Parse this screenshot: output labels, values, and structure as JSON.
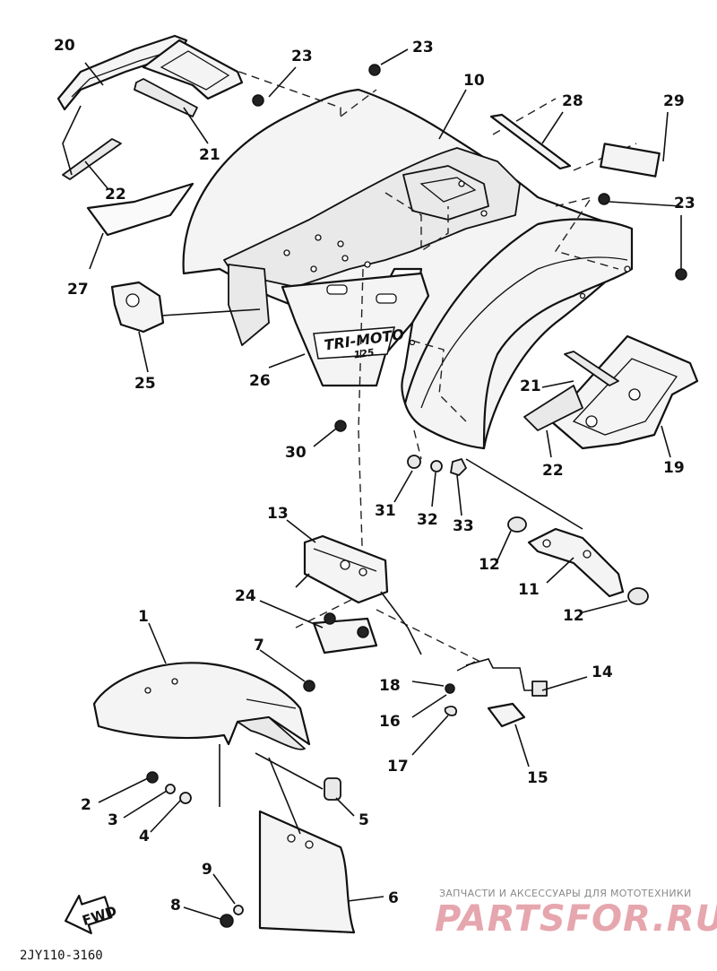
{
  "diagram": {
    "code": "2JY110-3160",
    "fwd_label": "FWD",
    "decal_text": "TRI-MOTO",
    "decal_subtext": "125",
    "callouts": [
      {
        "id": "c1",
        "label": "1"
      },
      {
        "id": "c2",
        "label": "2"
      },
      {
        "id": "c3",
        "label": "3"
      },
      {
        "id": "c4",
        "label": "4"
      },
      {
        "id": "c5",
        "label": "5"
      },
      {
        "id": "c6",
        "label": "6"
      },
      {
        "id": "c7",
        "label": "7"
      },
      {
        "id": "c8",
        "label": "8"
      },
      {
        "id": "c9",
        "label": "9"
      },
      {
        "id": "c10",
        "label": "10"
      },
      {
        "id": "c11",
        "label": "11"
      },
      {
        "id": "c12a",
        "label": "12"
      },
      {
        "id": "c12b",
        "label": "12"
      },
      {
        "id": "c13",
        "label": "13"
      },
      {
        "id": "c14",
        "label": "14"
      },
      {
        "id": "c15",
        "label": "15"
      },
      {
        "id": "c16",
        "label": "16"
      },
      {
        "id": "c17",
        "label": "17"
      },
      {
        "id": "c18",
        "label": "18"
      },
      {
        "id": "c19",
        "label": "19"
      },
      {
        "id": "c20",
        "label": "20"
      },
      {
        "id": "c21a",
        "label": "21"
      },
      {
        "id": "c21b",
        "label": "21"
      },
      {
        "id": "c22a",
        "label": "22"
      },
      {
        "id": "c22b",
        "label": "22"
      },
      {
        "id": "c23a",
        "label": "23"
      },
      {
        "id": "c23b",
        "label": "23"
      },
      {
        "id": "c23c",
        "label": "23"
      },
      {
        "id": "c24",
        "label": "24"
      },
      {
        "id": "c25",
        "label": "25"
      },
      {
        "id": "c26",
        "label": "26"
      },
      {
        "id": "c27",
        "label": "27"
      },
      {
        "id": "c28",
        "label": "28"
      },
      {
        "id": "c29",
        "label": "29"
      },
      {
        "id": "c30",
        "label": "30"
      },
      {
        "id": "c31",
        "label": "31"
      },
      {
        "id": "c32",
        "label": "32"
      },
      {
        "id": "c33",
        "label": "33"
      }
    ]
  },
  "watermark": {
    "tagline": "ЗАПЧАСТИ И АКСЕССУАРЫ ДЛЯ МОТОТЕХНИКИ",
    "brand": "PARTSFOR.RU"
  },
  "colors": {
    "ink": "#111111",
    "paper": "#ffffff",
    "watermark_brand": "#e6a6ad",
    "watermark_tagline": "#8a8a8a"
  }
}
